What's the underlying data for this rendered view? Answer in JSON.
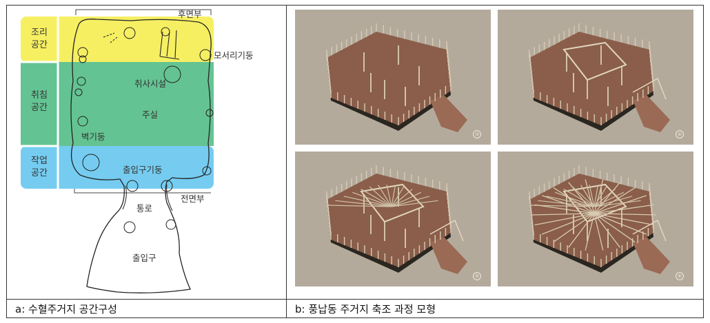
{
  "left": {
    "caption": "a: 수혈주거지 공간구성",
    "zones": [
      {
        "id": "cooking",
        "label": "조리\n공간",
        "color": "#f5ee5a"
      },
      {
        "id": "sleeping",
        "label": "취침\n공간",
        "color": "#5cc08c"
      },
      {
        "id": "working",
        "label": "작업\n공간",
        "color": "#6ec9ef"
      }
    ],
    "labels": {
      "rear": "후면부",
      "corner_post": "모서리기둥",
      "kitchen": "취사시설",
      "main_room": "주실",
      "wall_post": "벽기둥",
      "entrance_post": "출입구기둥",
      "front": "전면부",
      "passage": "통로",
      "entrance": "출입구"
    }
  },
  "right": {
    "caption": "b: 풍납동 주거지 축조 과정 모형",
    "models": [
      {
        "id": "m3",
        "num": "③",
        "stage": 1
      },
      {
        "id": "m4",
        "num": "④",
        "stage": 2
      },
      {
        "id": "m5",
        "num": "⑤",
        "stage": 3
      },
      {
        "id": "m6",
        "num": "⑥",
        "stage": 4
      }
    ]
  }
}
